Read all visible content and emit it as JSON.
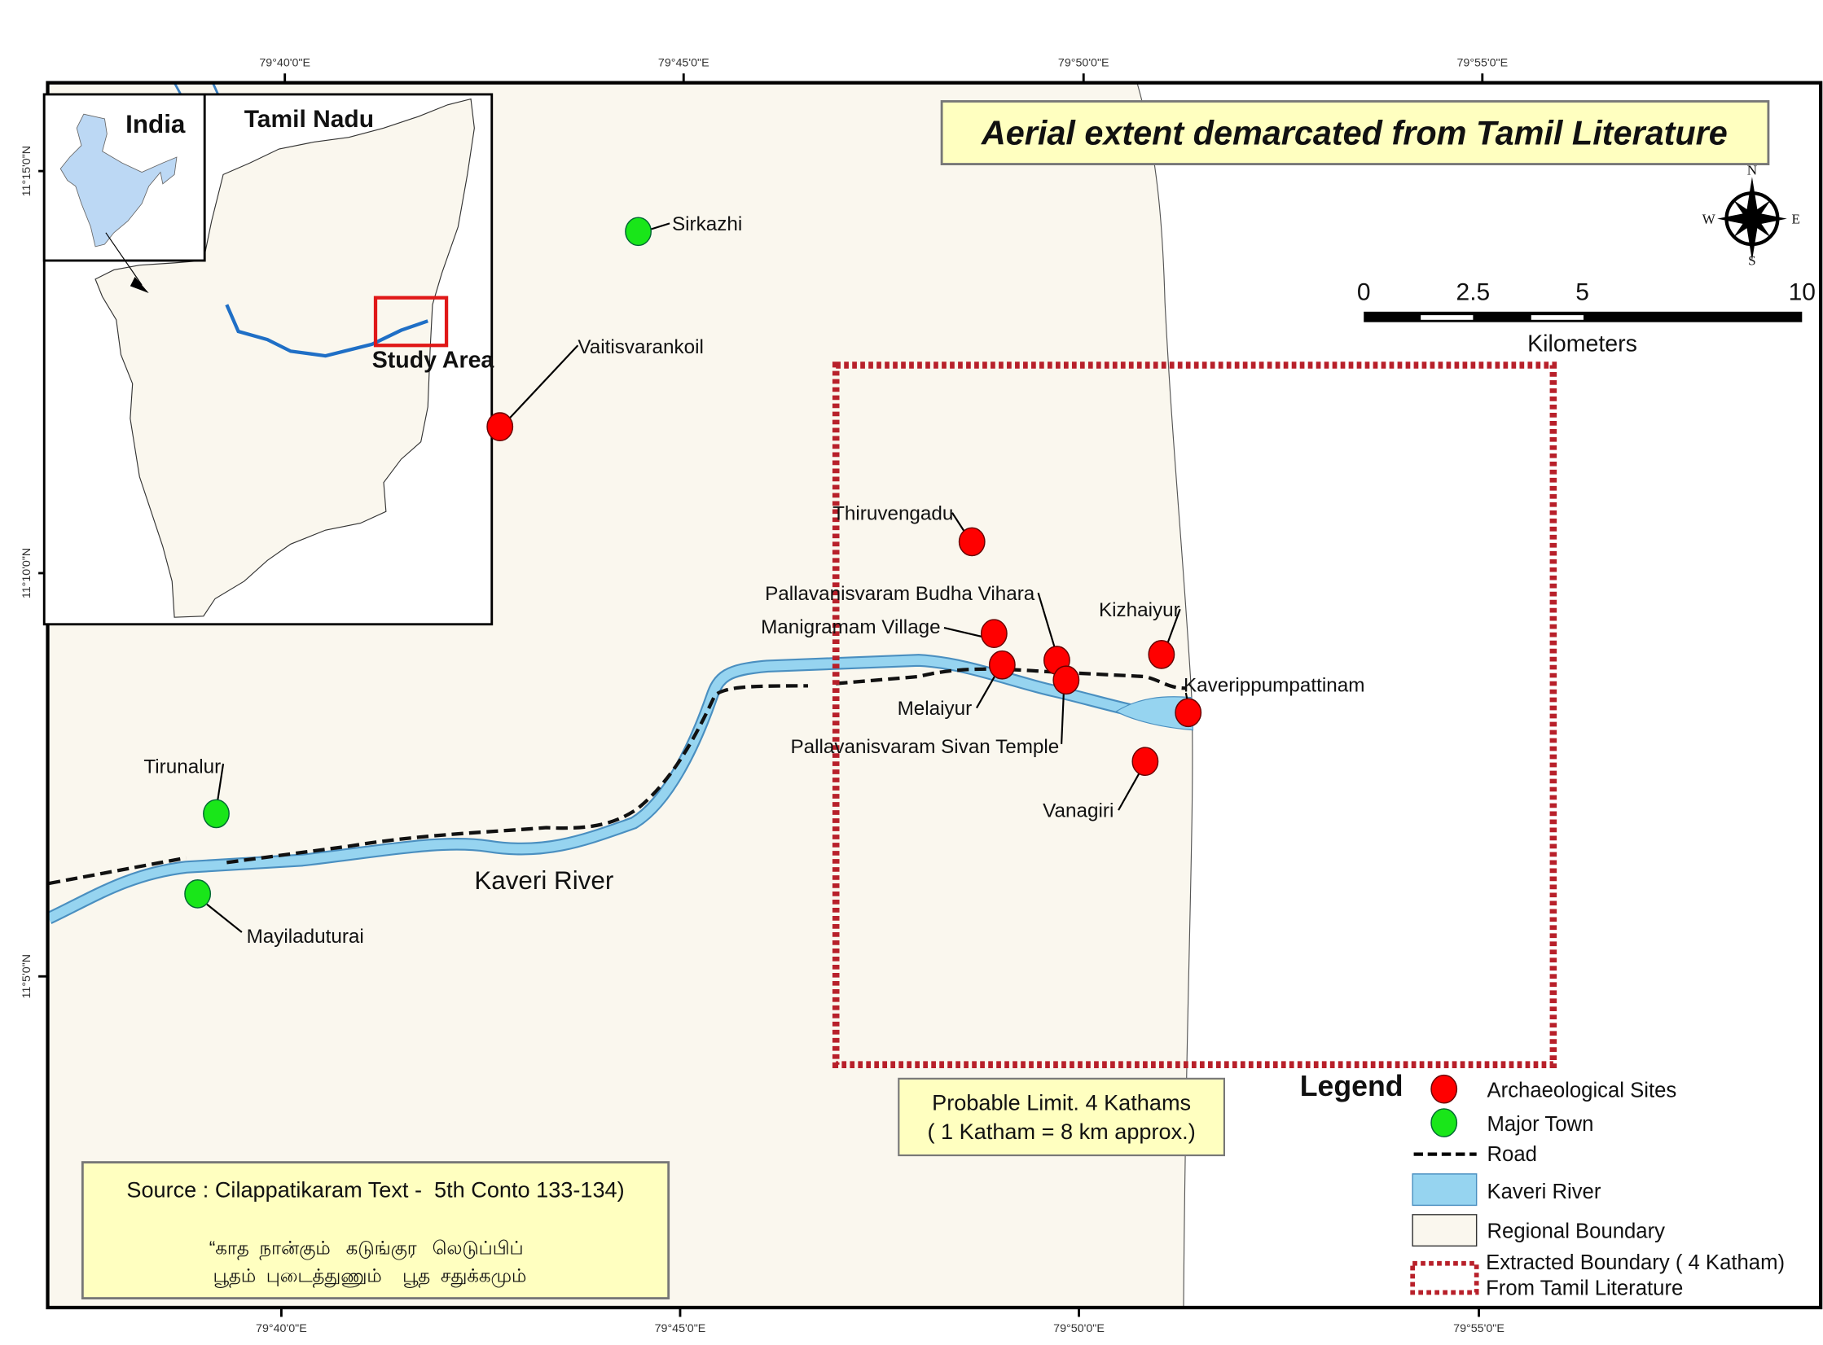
{
  "title": "Aerial extent demarcated from Tamil Literature",
  "colors": {
    "land": "#faf7ee",
    "river": "#96d4f0",
    "site": "#ff0000",
    "town": "#19e619",
    "boundary": "#b8202a",
    "title_bg": "#ffffc0"
  },
  "axes": {
    "top": [
      "79°40'0\"E",
      "79°45'0\"E",
      "79°50'0\"E",
      "79°55'0\"E"
    ],
    "bottom": [
      "79°40'0\"E",
      "79°45'0\"E",
      "79°50'0\"E",
      "79°55'0\"E"
    ],
    "left": [
      "11°15'0\"N",
      "11°10'0\"N",
      "11°5'0\"N"
    ]
  },
  "inset": {
    "india_label": "India",
    "state_label": "Tamil Nadu",
    "study_area_label": "Study Area"
  },
  "compass": {
    "n": "N",
    "s": "S",
    "e": "E",
    "w": "W"
  },
  "scale_bar": {
    "ticks": [
      "0",
      "2.5",
      "5",
      "10"
    ],
    "unit": "Kilometers"
  },
  "sites": [
    {
      "name": "Vaitisvarankoil",
      "type": "archaeological"
    },
    {
      "name": "Thiruvengadu",
      "type": "archaeological"
    },
    {
      "name": "Pallavanisvaram Budha Vihara",
      "type": "archaeological"
    },
    {
      "name": "Manigramam Village",
      "type": "archaeological"
    },
    {
      "name": "Melaiyur",
      "type": "archaeological"
    },
    {
      "name": "Pallavanisvaram Sivan Temple",
      "type": "archaeological"
    },
    {
      "name": "Kizhaiyur",
      "type": "archaeological"
    },
    {
      "name": "Kaverippumpattinam",
      "type": "archaeological"
    },
    {
      "name": "Vanagiri",
      "type": "archaeological"
    },
    {
      "name": "Sirkazhi",
      "type": "town"
    },
    {
      "name": "Tirunalur",
      "type": "town"
    },
    {
      "name": "Mayiladuturai",
      "type": "town"
    }
  ],
  "river_label": "Kaveri River",
  "limit_box": {
    "line1": "Probable Limit. 4 Kathams",
    "line2": "( 1 Katham = 8 km approx.)"
  },
  "source_box": {
    "source": "Source : Cilappatikaram Text -  5th Conto 133-134)",
    "verse1": "“காத  நான்கும்   கடுங்குர   லெடுப்பிப்",
    "verse2": "பூதம்  புடைத்துணும்    பூத  சதுக்கமும்"
  },
  "legend": {
    "title": "Legend",
    "items": [
      "Archaeological Sites",
      "Major Town",
      "Road",
      "Kaveri River",
      "Regional Boundary",
      "Extracted Boundary ( 4 Katham)",
      "From Tamil Literature"
    ]
  }
}
